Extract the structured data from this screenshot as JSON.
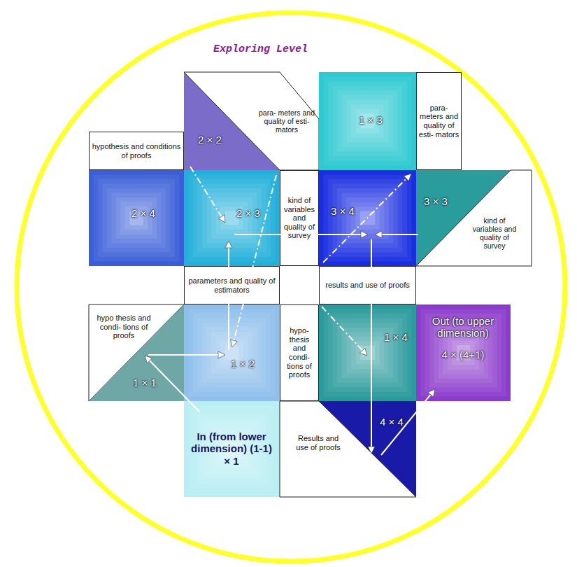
{
  "diagram": {
    "title": "Exploring Level",
    "nodes": [
      {
        "text": [
          "hypothesis and conditions of proofs"
        ]
      },
      {
        "text": [
          "2 × 2",
          "para- meters and quality of esti- mators"
        ]
      },
      {
        "text": [
          "1 × 3"
        ]
      },
      {
        "text": [
          "para- meters and quality of esti- mators"
        ]
      },
      {
        "text": [
          "2 × 4"
        ]
      },
      {
        "text": [
          "2 × 3"
        ]
      },
      {
        "text": [
          "kind of variables and quality of survey"
        ]
      },
      {
        "text": [
          "3 × 4"
        ]
      },
      {
        "text": [
          "3 × 3",
          "kind of variables and quality of survey"
        ]
      },
      {
        "text": [
          "parameters and quality of estimators"
        ]
      },
      {
        "text": [
          "results and use of proofs"
        ]
      },
      {
        "text": [
          "hypo thesis and condi- tions of proofs",
          "1 × 1"
        ]
      },
      {
        "text": [
          "1 × 2"
        ]
      },
      {
        "text": [
          "hypo- thesis and condi- tions of proofs"
        ]
      },
      {
        "text": [
          "1 × 4"
        ]
      },
      {
        "text": [
          "Out (to upper dimension)",
          "4 × (4+1)"
        ]
      },
      {
        "text": [
          "In (from lower dimension) (1-1) × 1"
        ]
      },
      {
        "text": [
          "Results and use of proofs",
          "4 × 4"
        ]
      }
    ],
    "edges": [
      {
        "from": 16,
        "to": 11,
        "arrow": "to"
      },
      {
        "from": 11,
        "to": 12,
        "arrow": "to"
      },
      {
        "from": 12,
        "to": 5,
        "arrow": "to"
      },
      {
        "from": 1,
        "to": 5,
        "arrow": "to"
      },
      {
        "from": 5,
        "to": 12,
        "arrow": "to"
      },
      {
        "from": 5,
        "to": 7,
        "arrow": "to"
      },
      {
        "from": 8,
        "to": 7,
        "arrow": "to"
      },
      {
        "from": 7,
        "to": 2,
        "arrow": "to"
      },
      {
        "from": 7,
        "to": 17,
        "arrow": "to"
      },
      {
        "from": 10,
        "to": 14,
        "arrow": "to"
      },
      {
        "from": 17,
        "to": 15,
        "arrow": "to"
      }
    ]
  }
}
